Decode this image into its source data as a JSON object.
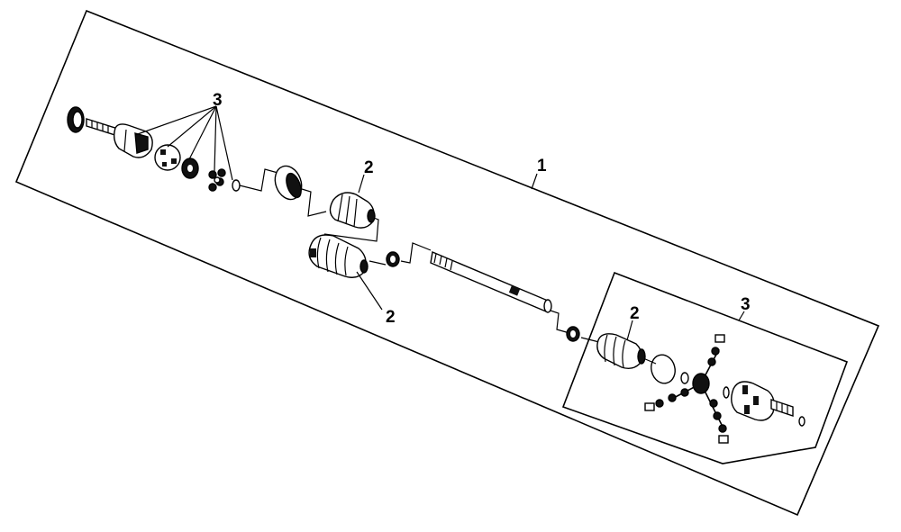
{
  "diagram": {
    "callouts": {
      "assembly": "1",
      "boot_upper": "2",
      "boot_lower": "2",
      "boot_right": "2",
      "kit_left": "3",
      "kit_right": "3"
    }
  }
}
